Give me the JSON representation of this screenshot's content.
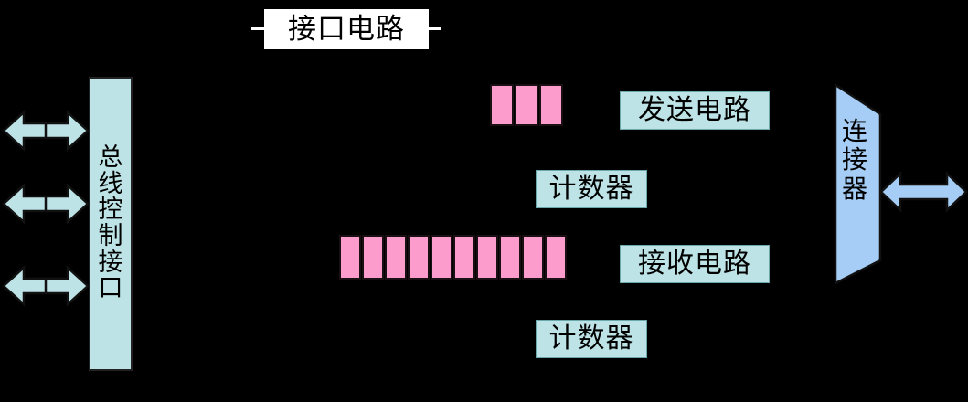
{
  "diagram": {
    "background_color": "#000000",
    "title": "接口电路",
    "colors": {
      "cyan_fill": "#bde3e6",
      "pink_fill": "#fb9ccd",
      "blue_fill": "#a5cdf5",
      "outline": "#1a1a1a",
      "title_bg": "#ffffff"
    },
    "bus_interface": {
      "label": "总线控制接口",
      "chars": [
        "总",
        "线",
        "控",
        "制",
        "接",
        "口"
      ]
    },
    "bus_arrows": [
      {
        "name": "bus-arrow-1",
        "direction": "bidirectional"
      },
      {
        "name": "bus-arrow-2",
        "direction": "bidirectional"
      },
      {
        "name": "bus-arrow-3",
        "direction": "bidirectional"
      }
    ],
    "transmit_buffer": {
      "name": "transmit-fifo",
      "cell_count": 3,
      "cells": [
        "",
        "",
        ""
      ]
    },
    "receive_buffer": {
      "name": "receive-fifo",
      "cell_count": 10,
      "cells": [
        "",
        "",
        "",
        "",
        "",
        "",
        "",
        "",
        "",
        ""
      ]
    },
    "blocks": {
      "transmit_circuit": "发送电路",
      "transmit_counter": "计数器",
      "receive_circuit": "接收电路",
      "receive_counter": "计数器"
    },
    "connector": {
      "label": "连接器",
      "chars": [
        "连",
        "接",
        "器"
      ],
      "shape": "trapezoid"
    },
    "external_arrow": {
      "name": "external-link-arrow",
      "direction": "bidirectional"
    }
  }
}
